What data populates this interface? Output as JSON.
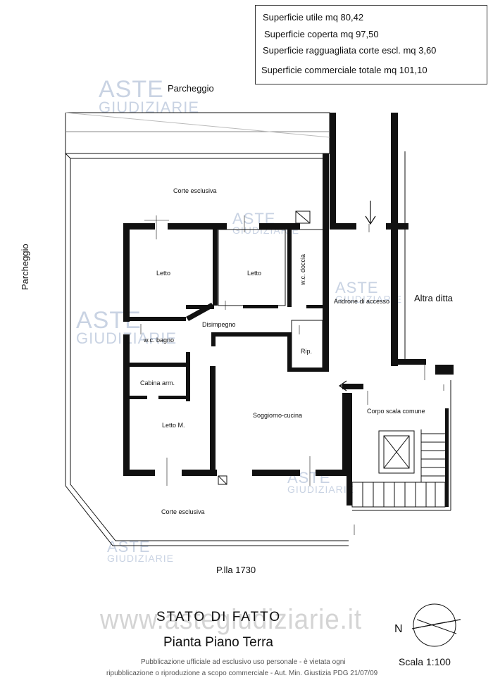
{
  "info": {
    "utile": "Superficie utile mq 80,42",
    "coperta": "Superficie coperta mq 97,50",
    "ragguagliata": "Superficie ragguagliata corte escl. mq 3,60",
    "commerciale": "Superficie commerciale totale mq 101,10"
  },
  "labels": {
    "parcheggio_top": "Parcheggio",
    "parcheggio_left": "Parcheggio",
    "corte_top": "Corte esclusiva",
    "corte_bottom": "Corte  esclusiva",
    "letto1": "Letto",
    "letto2": "Letto",
    "wc_doccia": "w.c. doccia",
    "androne": "Androne di accesso",
    "altra_ditta": "Altra ditta",
    "disimpegno": "Disimpegno",
    "wc_bagno": "w.c. bagno",
    "rip": "Rip.",
    "cabina": "Cabina arm.",
    "letto_m": "Letto M.",
    "soggiorno": "Soggiorno-cucina",
    "corpo_scala": "Corpo scala comune",
    "particella": "P.lla  1730"
  },
  "title": {
    "line1": "STATO  DI  FATTO",
    "line2": "Pianta Piano Terra"
  },
  "footer": {
    "line1": "Pubblicazione ufficiale ad esclusivo uso personale - è vietata ogni",
    "line2": "ripubblicazione o riproduzione a scopo commerciale - Aut. Min. Giustizia PDG 21/07/09"
  },
  "compass_letter": "N",
  "scale": "Scala 1:100",
  "watermark": {
    "aste": "ASTE",
    "giudiziarie": "GIUDIZIARIE",
    "url": "www.astegiudiziarie.it"
  },
  "colors": {
    "wall": "#111111",
    "watermark": "#c9d3e3",
    "hammer": "#e6c9a0"
  }
}
